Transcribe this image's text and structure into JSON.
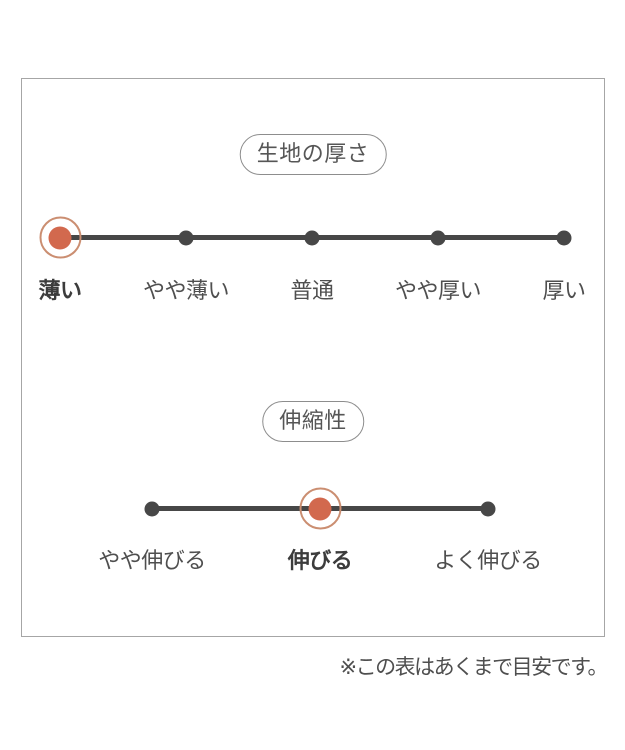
{
  "colors": {
    "accent": "#d2694e",
    "accent_ring": "#cb8e71",
    "line": "#474747",
    "text": "#4f4f4f"
  },
  "scales": [
    {
      "id": "fabric-thickness",
      "title": "生地の厚さ",
      "options": [
        {
          "label": "薄い",
          "selected": true
        },
        {
          "label": "やや薄い",
          "selected": false
        },
        {
          "label": "普通",
          "selected": false
        },
        {
          "label": "やや厚い",
          "selected": false
        },
        {
          "label": "厚い",
          "selected": false
        }
      ]
    },
    {
      "id": "stretchiness",
      "title": "伸縮性",
      "options": [
        {
          "label": "やや伸びる",
          "selected": false
        },
        {
          "label": "伸びる",
          "selected": true
        },
        {
          "label": "よく伸びる",
          "selected": false
        }
      ]
    }
  ],
  "note": "※この表はあくまで目安です。"
}
